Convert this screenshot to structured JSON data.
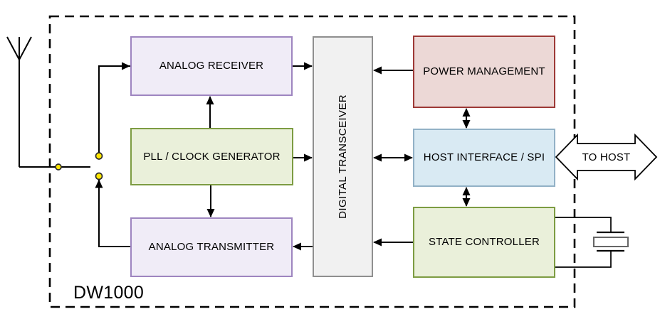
{
  "diagram": {
    "chip_name": "DW1000",
    "blocks": {
      "analog_receiver": {
        "label": "ANALOG RECEIVER"
      },
      "pll_clock_generator": {
        "label": "PLL / CLOCK GENERATOR"
      },
      "analog_transmitter": {
        "label": "ANALOG TRANSMITTER"
      },
      "digital_transceiver": {
        "label": "DIGITAL TRANSCEIVER"
      },
      "power_management": {
        "label": "POWER MANAGEMENT"
      },
      "host_interface_spi": {
        "label": "HOST INTERFACE / SPI"
      },
      "state_controller": {
        "label": "STATE CONTROLLER"
      }
    },
    "external": {
      "to_host_label": "TO HOST"
    }
  },
  "colors": {
    "line": "#000000",
    "purple-fill": "#f0ecf7",
    "purple-stroke": "#9e85c0",
    "green-fill": "#eaf0da",
    "green-stroke": "#7d9c42",
    "red-fill": "#ecd8d6",
    "red-stroke": "#9d3936",
    "blue-fill": "#d9eaf3",
    "blue-stroke": "#92b1c6",
    "gray-fill": "#f1f1f1",
    "gray-stroke": "#8f8f8f",
    "dot-fill": "#ffe600",
    "dot-stroke": "#2b2b2b",
    "crystal-stroke": "#666666",
    "host-arrow-fill": "#ffffff"
  }
}
